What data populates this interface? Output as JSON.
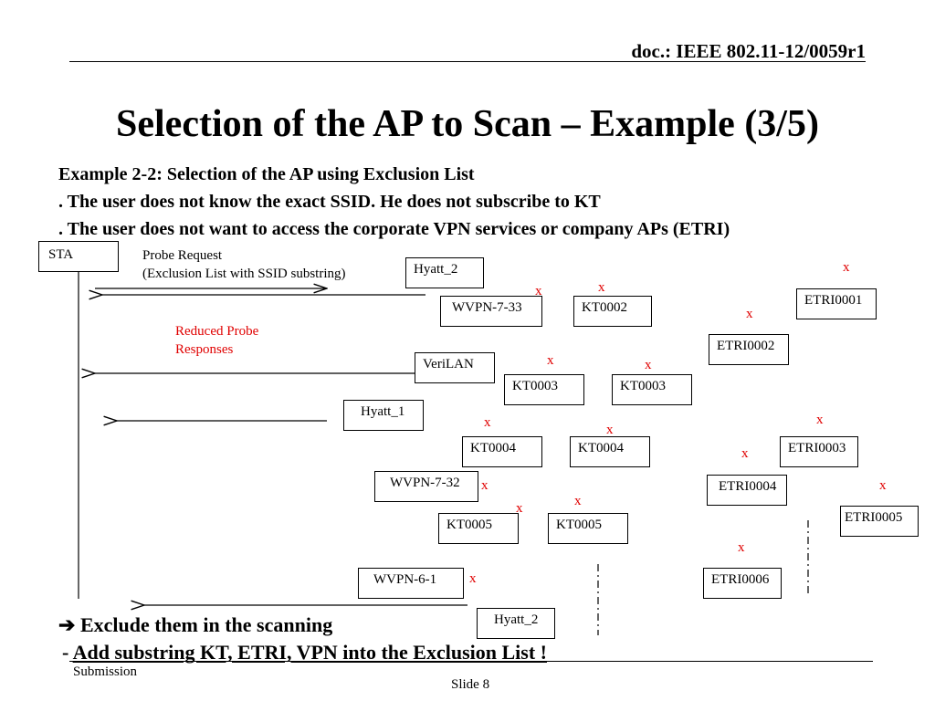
{
  "header": {
    "doc_id": "doc.: IEEE 802.11-12/0059r1"
  },
  "title": "Selection of the AP to Scan – Example (3/5)",
  "body_lines": [
    "Example 2-2: Selection of the AP using Exclusion List",
    ". The user does not know the exact SSID. He does not subscribe to KT",
    ". The user does not want to access the corporate VPN services or company APs (ETRI)"
  ],
  "diagram": {
    "sta_label": "STA",
    "probe_request_line1": "Probe Request",
    "probe_request_line2": "(Exclusion List with SSID substring)",
    "reduced_line1": "Reduced Probe",
    "reduced_line2": "Responses",
    "ap_boxes": {
      "hyatt2_top": "Hyatt_2",
      "wvpn733": "WVPN-7-33",
      "kt0002": "KT0002",
      "etri0001": "ETRI0001",
      "etri0002": "ETRI0002",
      "verilan": "VeriLAN",
      "kt0003a": "KT0003",
      "kt0003b": "KT0003",
      "hyatt1": "Hyatt_1",
      "kt0004a": "KT0004",
      "kt0004b": "KT0004",
      "etri0003": "ETRI0003",
      "wvpn732": "WVPN-7-32",
      "etri0004": "ETRI0004",
      "etri0005": "ETRI0005",
      "kt0005a": "KT0005",
      "kt0005b": "KT0005",
      "wvpn61": "WVPN-6-1",
      "etri0006": "ETRI0006",
      "hyatt2_bottom": "Hyatt_2"
    },
    "exclude_mark": "x"
  },
  "bottom": {
    "line1": "Exclude them in the scanning",
    "line2_prefix": "- ",
    "line2": "Add substring KT, ETRI, VPN into the Exclusion List !"
  },
  "footer": {
    "submission": "Submission",
    "slide": "Slide 8"
  }
}
